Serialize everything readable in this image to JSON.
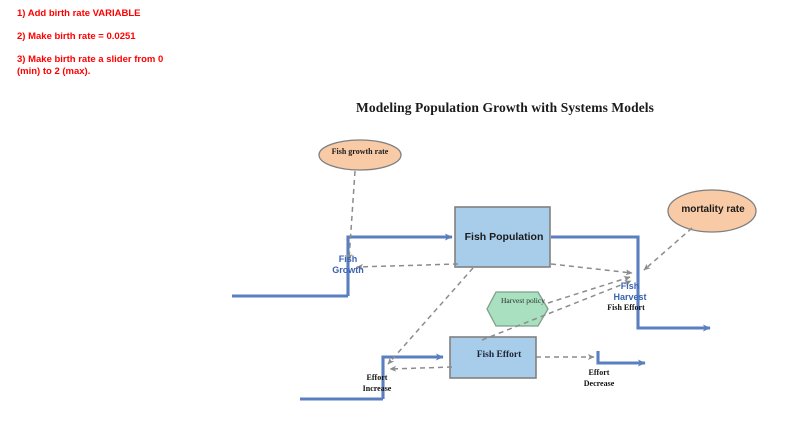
{
  "instructions": {
    "lines": [
      "1) Add birth rate VARIABLE",
      "2) Make birth rate = 0.0251",
      "3) Make birth rate a slider from 0\n(min) to 2 (max).",
      ""
    ],
    "color": "#fe0000"
  },
  "diagram": {
    "title": "Modeling Population Growth with Systems Models",
    "stocks": [
      {
        "id": "fish-population",
        "label": "Fish Population"
      },
      {
        "id": "fish-effort",
        "label": "Fish Effort"
      }
    ],
    "converters": [
      {
        "id": "fish-growth-rate",
        "label": "Fish growth rate",
        "shape": "ellipse",
        "fill": "#f8cba6"
      },
      {
        "id": "mortality-rate",
        "label": "mortality rate",
        "shape": "ellipse",
        "fill": "#f8cba6"
      },
      {
        "id": "harvest-policy",
        "label": "Harvest policy",
        "shape": "hexagon",
        "fill": "#a8e0c0"
      }
    ],
    "flows": [
      {
        "id": "fish-growth",
        "label": "Fish\nGrowth"
      },
      {
        "id": "fish-harvest",
        "label": "Fish\nHarvest"
      },
      {
        "id": "fish-effort-flow",
        "label": "Fish Effort"
      },
      {
        "id": "effort-increase",
        "label": "Effort\nIncrease"
      },
      {
        "id": "effort-decrease",
        "label": "Effort\nDecrease"
      }
    ],
    "colors": {
      "stock_fill": "#a8cdeb",
      "stock_stroke": "#808080",
      "converter_fill": "#f8cba6",
      "converter_stroke": "#7f7f7f",
      "policy_fill": "#a8e0c0",
      "policy_stroke": "#7f9f8a",
      "flow_pipe": "#5a7fc0",
      "link_dashed": "#8c8c8c",
      "flow_label": "#3a63b0"
    }
  }
}
